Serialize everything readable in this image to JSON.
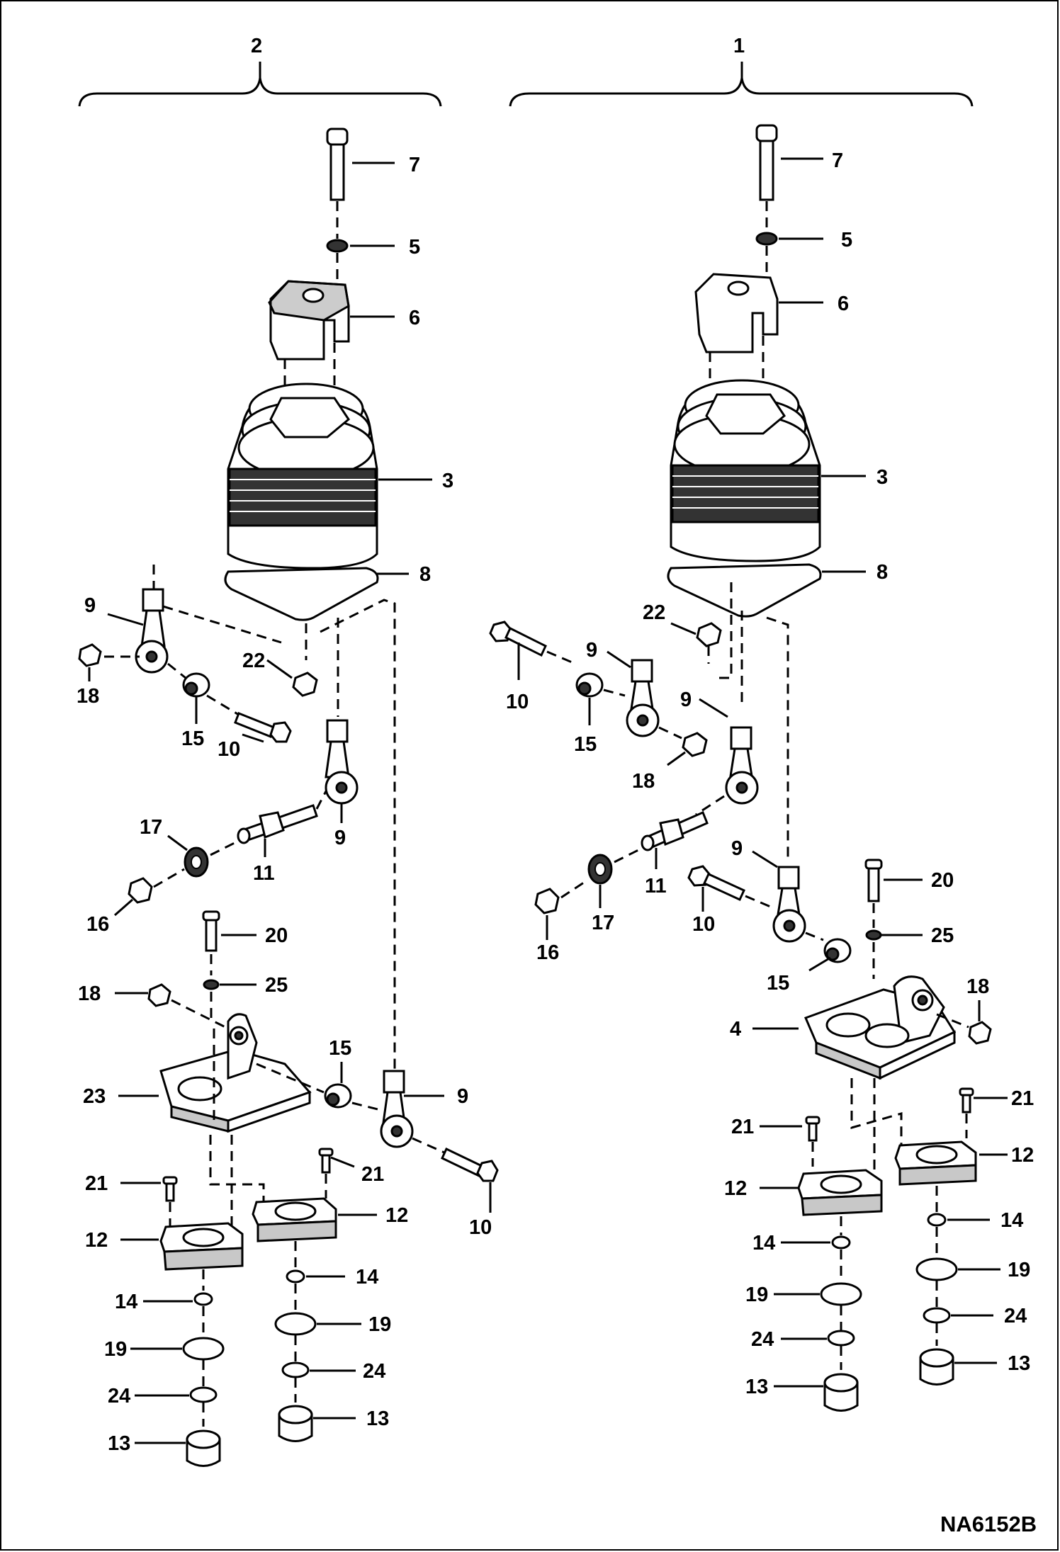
{
  "assembly_labels": {
    "right": "1",
    "left": "2"
  },
  "drawing_number": "NA6152B",
  "left_callouts": [
    "7",
    "5",
    "6",
    "3",
    "8",
    "9",
    "22",
    "18",
    "15",
    "10",
    "9",
    "17",
    "11",
    "16",
    "20",
    "25",
    "18",
    "15",
    "9",
    "23",
    "21",
    "21",
    "12",
    "12",
    "10",
    "14",
    "14",
    "19",
    "19",
    "24",
    "24",
    "13",
    "13"
  ],
  "right_callouts": [
    "7",
    "5",
    "6",
    "3",
    "8",
    "22",
    "9",
    "10",
    "15",
    "9",
    "18",
    "11",
    "16",
    "17",
    "9",
    "10",
    "20",
    "25",
    "15",
    "18",
    "4",
    "21",
    "21",
    "12",
    "12",
    "14",
    "14",
    "19",
    "19",
    "24",
    "24",
    "13",
    "13"
  ]
}
